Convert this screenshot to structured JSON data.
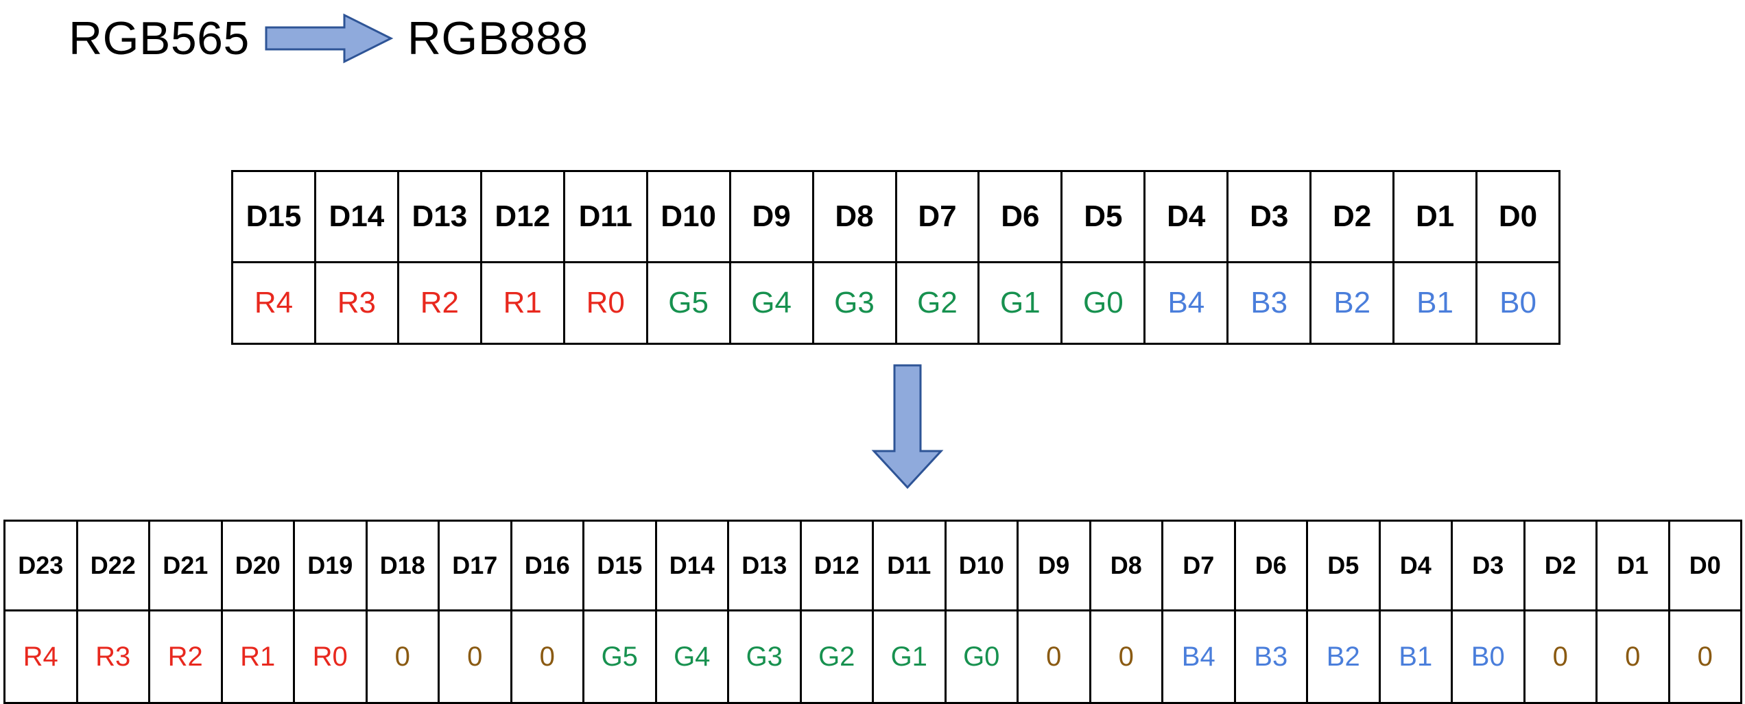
{
  "title": {
    "source_format": "RGB565",
    "target_format": "RGB888",
    "arrow_right_icon": "arrow-right-icon",
    "arrow_down_icon": "arrow-down-icon"
  },
  "colors": {
    "red": "#E8281E",
    "green": "#17914F",
    "blue": "#4A7EDB",
    "zero": "#8A5A12",
    "black": "#000000",
    "arrow_fill": "#8FAADC",
    "arrow_stroke": "#2E5496",
    "border": "#000000",
    "background": "#FFFFFF"
  },
  "tables": [
    {
      "name": "rgb565-bit-layout",
      "bit_count": 16,
      "headers": [
        "D15",
        "D14",
        "D13",
        "D12",
        "D11",
        "D10",
        "D9",
        "D8",
        "D7",
        "D6",
        "D5",
        "D4",
        "D3",
        "D2",
        "D1",
        "D0"
      ],
      "values": [
        "R4",
        "R3",
        "R2",
        "R1",
        "R0",
        "G5",
        "G4",
        "G3",
        "G2",
        "G1",
        "G0",
        "B4",
        "B3",
        "B2",
        "B1",
        "B0"
      ],
      "value_colors": [
        "red",
        "red",
        "red",
        "red",
        "red",
        "green",
        "green",
        "green",
        "green",
        "green",
        "green",
        "blue",
        "blue",
        "blue",
        "blue",
        "blue"
      ]
    },
    {
      "name": "rgb888-bit-layout",
      "bit_count": 24,
      "headers": [
        "D23",
        "D22",
        "D21",
        "D20",
        "D19",
        "D18",
        "D17",
        "D16",
        "D15",
        "D14",
        "D13",
        "D12",
        "D11",
        "D10",
        "D9",
        "D8",
        "D7",
        "D6",
        "D5",
        "D4",
        "D3",
        "D2",
        "D1",
        "D0"
      ],
      "values": [
        "R4",
        "R3",
        "R2",
        "R1",
        "R0",
        "0",
        "0",
        "0",
        "G5",
        "G4",
        "G3",
        "G2",
        "G1",
        "G0",
        "0",
        "0",
        "B4",
        "B3",
        "B2",
        "B1",
        "B0",
        "0",
        "0",
        "0"
      ],
      "value_colors": [
        "red",
        "red",
        "red",
        "red",
        "red",
        "zero",
        "zero",
        "zero",
        "green",
        "green",
        "green",
        "green",
        "green",
        "green",
        "zero",
        "zero",
        "blue",
        "blue",
        "blue",
        "blue",
        "blue",
        "zero",
        "zero",
        "zero"
      ]
    }
  ]
}
